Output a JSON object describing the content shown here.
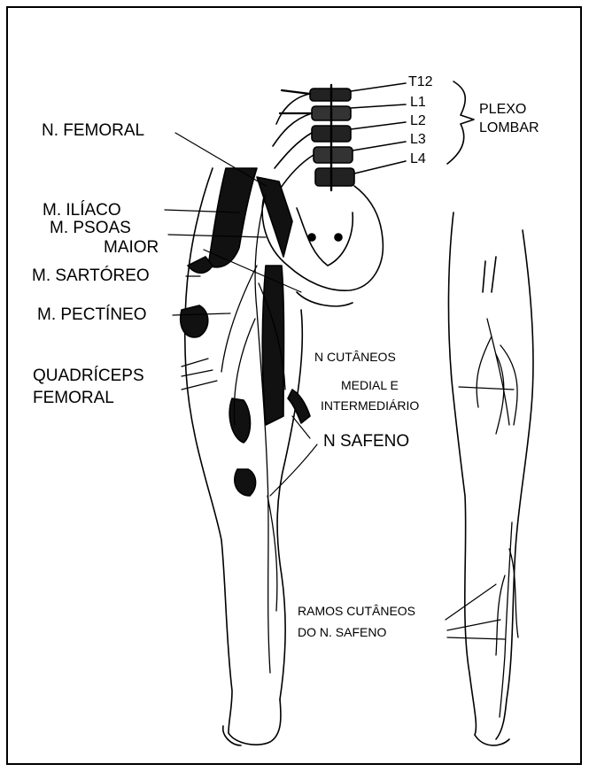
{
  "labels": {
    "t12": "T12",
    "l1": "L1",
    "l2": "L2",
    "l3": "L3",
    "l4": "L4",
    "plexo_line1": "PLEXO",
    "plexo_line2": "LOMBAR",
    "n_femoral": "N. FEMORAL",
    "m_iliaco": "M. ILÍACO",
    "m_psoas_line1": "M. PSOAS",
    "m_psoas_line2": "MAIOR",
    "m_sartoreo": "M. SARTÓREO",
    "m_pectineo": "M. PECTÍNEO",
    "quadriceps_line1": "QUADRÍCEPS",
    "quadriceps_line2": "FEMORAL",
    "n_cutaneos_line1": "N CUTÂNEOS",
    "n_cutaneos_line2": "MEDIAL E",
    "n_cutaneos_line3": "INTERMEDIÁRIO",
    "n_safeno": "N SAFENO",
    "ramos_line1": "RAMOS CUTÂNEOS",
    "ramos_line2": "DO N. SAFENO"
  }
}
